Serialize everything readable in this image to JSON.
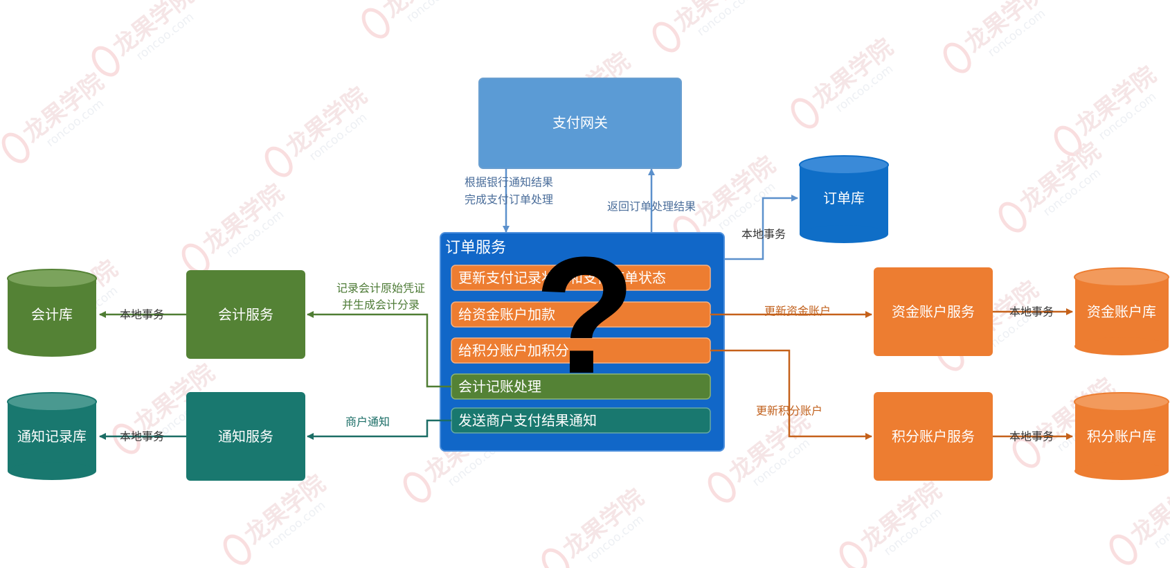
{
  "watermark": {
    "brand": "龙果学院",
    "domain": "roncoo.com"
  },
  "colors": {
    "gateway": "#5b9bd5",
    "gateway_stroke": "#6a9fd0",
    "order_db": "#0f6ec7",
    "order_service": "#1167c8",
    "order_service_stroke": "#4e90dd",
    "orange": "#ed7d31",
    "green": "#548235",
    "teal": "#19786f",
    "arrow_blue": "#5b90cc",
    "arrow_orange": "#c5611a",
    "arrow_green": "#4f7d33",
    "arrow_teal": "#1b6d65",
    "text_blue": "#4a6d9a",
    "text_orange": "#c1601c",
    "text_green": "#4c7a35",
    "text_teal": "#1a6d66",
    "text_dark": "#333333"
  },
  "nodes": {
    "gateway": "支付网关",
    "order_db": "订单库",
    "order_service": "订单服务",
    "accounting_service": "会计服务",
    "accounting_db": "会计库",
    "notify_service": "通知服务",
    "notify_db": "通知记录库",
    "fund_service": "资金账户服务",
    "fund_db": "资金账户库",
    "points_service": "积分账户服务",
    "points_db": "积分账户库"
  },
  "order_steps": [
    "更新支付记录状态和支付订单状态",
    "给资金账户加款",
    "给积分账户加积分",
    "会计记账处理",
    "发送商户支付结果通知"
  ],
  "edges": {
    "bank_notify_line1": "根据银行通知结果",
    "bank_notify_line2": "完成支付订单处理",
    "return_result": "返回订单处理结果",
    "local_tx": "本地事务",
    "update_fund": "更新资金账户",
    "update_points": "更新积分账户",
    "accounting_line1": "记录会计原始凭证",
    "accounting_line2": "并生成会计分录",
    "merchant_notify": "商户通知"
  },
  "overlay_mark": "?"
}
